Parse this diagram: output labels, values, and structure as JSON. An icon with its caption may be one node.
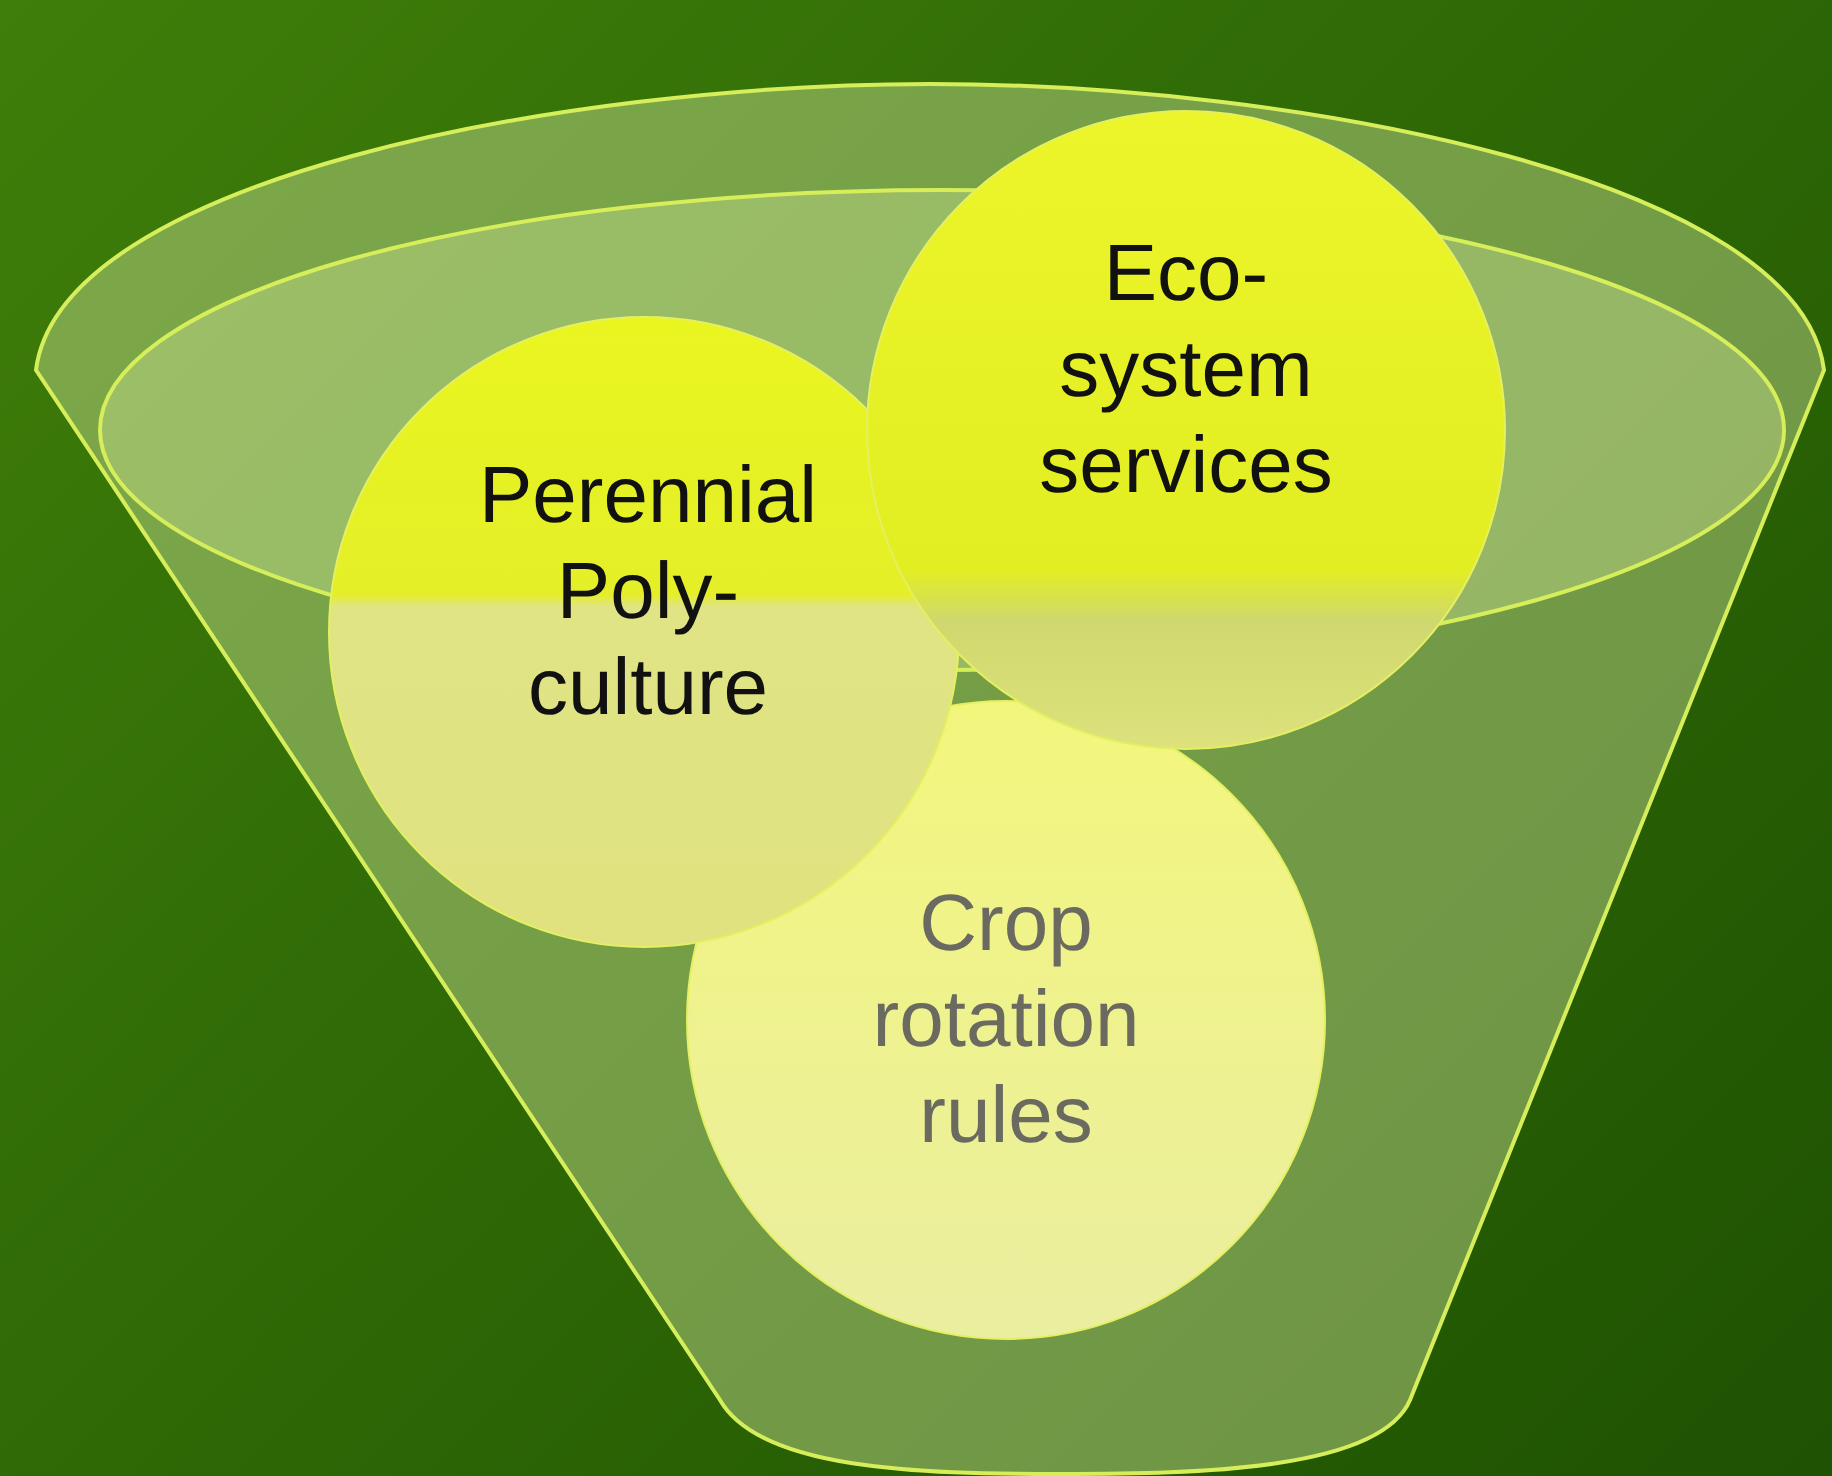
{
  "diagram": {
    "nodes": [
      {
        "text": [],
        "shape": "funnel"
      },
      {
        "text": [
          "Perennial Poly- culture"
        ],
        "in": 0
      },
      {
        "text": [
          "Eco- system services"
        ],
        "in": 0
      },
      {
        "text": [
          "Crop rotation rules"
        ],
        "in": 0
      }
    ],
    "edges": []
  }
}
